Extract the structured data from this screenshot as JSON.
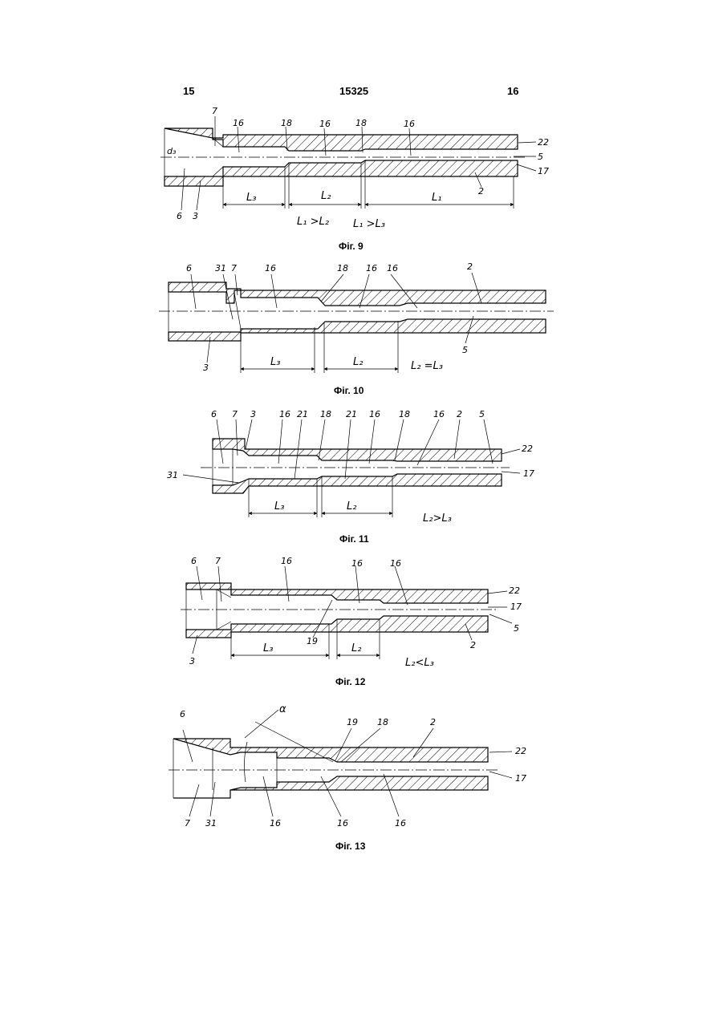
{
  "header": {
    "page_left": "15",
    "patent_number": "15325",
    "page_right": "16"
  },
  "figures": {
    "fig9": {
      "caption": "Фіг. 9",
      "labels": {
        "d3": "d₃",
        "n7": "7",
        "n16a": "16",
        "n18a": "18",
        "n16b": "16",
        "n18b": "18",
        "n16c": "16",
        "n22": "22",
        "n5": "5",
        "n17": "17",
        "n2": "2",
        "n6": "6",
        "n3": "3",
        "L3": "L₃",
        "L2": "L₂",
        "L1": "L₁",
        "rel1": "L₁ >L₂",
        "rel2": "L₁ >L₃"
      }
    },
    "fig10": {
      "caption": "Фіг. 10",
      "labels": {
        "n6": "6",
        "n31": "31",
        "n7": "7",
        "n16a": "16",
        "n18": "18",
        "n16b": "16",
        "n16c": "16",
        "n2": "2",
        "n5": "5",
        "n3": "3",
        "L3": "L₃",
        "L2": "L₂",
        "rel": "L₂ =L₃"
      }
    },
    "fig11": {
      "caption": "Фіг. 11",
      "labels": {
        "n6": "6",
        "n7": "7",
        "n3": "3",
        "n16a": "16",
        "n21a": "21",
        "n18a": "18",
        "n21b": "21",
        "n16b": "16",
        "n18b": "18",
        "n16c": "16",
        "n2": "2",
        "n5": "5",
        "n22": "22",
        "n17": "17",
        "n31": "31",
        "L3": "L₃",
        "L2": "L₂",
        "rel": "L₂>L₃"
      }
    },
    "fig12": {
      "caption": "Фіг. 12",
      "labels": {
        "n6": "6",
        "n7": "7",
        "n16a": "16",
        "n16b": "16",
        "n16c": "16",
        "n22": "22",
        "n17": "17",
        "n5": "5",
        "n2": "2",
        "n3": "3",
        "n19": "19",
        "L3": "L₃",
        "L2": "L₂",
        "rel": "L₂<L₃"
      }
    },
    "fig13": {
      "caption": "Фіг. 13",
      "labels": {
        "n6": "6",
        "alpha": "α",
        "n19": "19",
        "n18": "18",
        "n2": "2",
        "n22": "22",
        "n17": "17",
        "n7": "7",
        "n31": "31",
        "n16a": "16",
        "n16b": "16",
        "n16c": "16"
      }
    }
  }
}
